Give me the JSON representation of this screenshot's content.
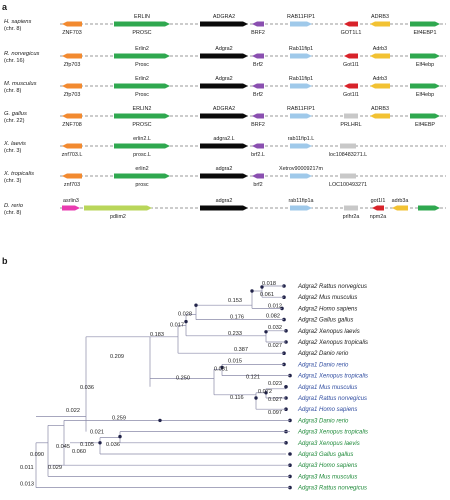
{
  "panels": {
    "a": "a",
    "b": "b"
  },
  "synteny": {
    "rows": [
      {
        "species": "H. sapiens",
        "chrom": "(chr. 8)",
        "genes": [
          {
            "below": "ZNF703",
            "color": "#f28a30",
            "dir": "left"
          },
          {
            "above": "ERLIN",
            "below": "PROSC",
            "color": "#2fa84f",
            "dir": "right"
          },
          {
            "above": "ADGRA2",
            "color": "#0a0a0a",
            "dir": "right"
          },
          {
            "below": "BRF2",
            "color": "#8a4fb0",
            "dir": "left"
          },
          {
            "above": "RAB11FIP1",
            "color": "#9fc9ea",
            "dir": "right"
          },
          {
            "below": "GOT1L1",
            "color": "#d8232a",
            "dir": "left"
          },
          {
            "above": "ADRB3",
            "color": "#f2c233",
            "dir": "left"
          },
          {
            "below": "Elf4EBP1",
            "color": "#2fa84f",
            "dir": "right"
          }
        ]
      },
      {
        "species": "R. norvegicus",
        "chrom": "(chr. 16)",
        "genes": [
          {
            "below": "Zfp703",
            "color": "#f28a30",
            "dir": "left"
          },
          {
            "above": "Erlin2",
            "below": "Prosc",
            "color": "#2fa84f",
            "dir": "right"
          },
          {
            "above": "Adgra2",
            "color": "#0a0a0a",
            "dir": "right"
          },
          {
            "below": "Brf2",
            "color": "#8a4fb0",
            "dir": "left"
          },
          {
            "above": "Rab11fip1",
            "color": "#9fc9ea",
            "dir": "right"
          },
          {
            "below": "Got1l1",
            "color": "#d8232a",
            "dir": "left"
          },
          {
            "above": "Adrb3",
            "color": "#f2c233",
            "dir": "left"
          },
          {
            "below": "Elf4ebp",
            "color": "#2fa84f",
            "dir": "right"
          }
        ]
      },
      {
        "species": "M. musculus",
        "chrom": "(chr. 8)",
        "genes": [
          {
            "below": "Zfp703",
            "color": "#f28a30",
            "dir": "left"
          },
          {
            "above": "Erlin2",
            "below": "Prosc",
            "color": "#2fa84f",
            "dir": "right"
          },
          {
            "above": "Adgra2",
            "color": "#0a0a0a",
            "dir": "right"
          },
          {
            "below": "Brf2",
            "color": "#8a4fb0",
            "dir": "left"
          },
          {
            "above": "Rab11fip1",
            "color": "#9fc9ea",
            "dir": "right"
          },
          {
            "below": "Got1l1",
            "color": "#d8232a",
            "dir": "left"
          },
          {
            "above": "Adrb3",
            "color": "#f2c233",
            "dir": "left"
          },
          {
            "below": "Elf4ebp",
            "color": "#2fa84f",
            "dir": "right"
          }
        ]
      },
      {
        "species": "G. gallus",
        "chrom": "(chr. 22)",
        "genes": [
          {
            "below": "ZNF708",
            "color": "#f28a30",
            "dir": "left"
          },
          {
            "above": "ERLIN2",
            "below": "PROSC",
            "color": "#2fa84f",
            "dir": "right"
          },
          {
            "above": "ADGRA2",
            "color": "#0a0a0a",
            "dir": "right"
          },
          {
            "below": "BRF2",
            "color": "#8a4fb0",
            "dir": "left"
          },
          {
            "above": "RAB11FIP1",
            "color": "#9fc9ea",
            "dir": "right"
          },
          {
            "below": "PRLHRL",
            "color": "#c8c8c8",
            "dir": "none"
          },
          {
            "above": "ADRB3",
            "color": "#f2c233",
            "dir": "left"
          },
          {
            "below": "Elf4EBP",
            "color": "#2fa84f",
            "dir": "right"
          }
        ]
      },
      {
        "species": "X. laevis",
        "chrom": "(chr. 3)",
        "genes": [
          {
            "below": "znf703.L",
            "color": "#f28a30",
            "dir": "left"
          },
          {
            "above": "erlin2.L",
            "below": "prosc.L",
            "color": "#2fa84f",
            "dir": "right"
          },
          {
            "above": "adgra2.L",
            "color": "#0a0a0a",
            "dir": "right"
          },
          {
            "below": "brf2.L",
            "color": "#8a4fb0",
            "dir": "left"
          },
          {
            "above": "rab11fip1.L",
            "color": "#9fc9ea",
            "dir": "right"
          },
          {
            "below": "loc108483271.L",
            "color": "#c8c8c8",
            "dir": "none"
          }
        ]
      },
      {
        "species": "X. tropicalis",
        "chrom": "(chr. 3)",
        "genes": [
          {
            "below": "znf703",
            "color": "#f28a30",
            "dir": "left"
          },
          {
            "above": "erlin2",
            "below": "prosc",
            "color": "#2fa84f",
            "dir": "right"
          },
          {
            "above": "adgra2",
            "color": "#0a0a0a",
            "dir": "right"
          },
          {
            "below": "brf2",
            "color": "#8a4fb0",
            "dir": "left"
          },
          {
            "above": "Xetrov90009217m",
            "color": "#9fc9ea",
            "dir": "right"
          },
          {
            "below": "LOC100493271",
            "color": "#c8c8c8",
            "dir": "none"
          }
        ]
      },
      {
        "species": "D. rerio",
        "chrom": "(chr. 8)",
        "genes": [
          {
            "above": "asrlin3",
            "color": "#e93bb0",
            "dir": "right"
          },
          {
            "below": "pdlim2",
            "color": "#b9d65a",
            "dir": "right"
          },
          {
            "above": "adgra2",
            "color": "#0a0a0a",
            "dir": "right"
          },
          {
            "above": "rab11fip1a",
            "color": "#9fc9ea",
            "dir": "right"
          },
          {
            "below": "prlhr2a",
            "color": "#c8c8c8",
            "dir": "none"
          },
          {
            "above": "got1l1",
            "below": "npm2a",
            "color": "#d8232a",
            "dir": "left"
          },
          {
            "above": "adrb3a",
            "color": "#f2c233",
            "dir": "left"
          },
          {
            "color": "#2fa84f",
            "dir": "right"
          }
        ]
      }
    ]
  },
  "tree": {
    "group_colors": {
      "adgra2": "#1a1a1a",
      "adgra1": "#2f4ca0",
      "adgra3": "#1f8a3a"
    },
    "leaves": [
      {
        "label": "Adgra2 Rattus norvegicus",
        "group": "adgra2"
      },
      {
        "label": "Adgra2 Mus musculus",
        "group": "adgra2"
      },
      {
        "label": "Adgra2 Homo sapiens",
        "group": "adgra2"
      },
      {
        "label": "Adgra2 Gallus gallus",
        "group": "adgra2"
      },
      {
        "label": "Adgra2 Xenopus laevis",
        "group": "adgra2"
      },
      {
        "label": "Adgra2 Xenopus tropicalis",
        "group": "adgra2"
      },
      {
        "label": "Adgra2 Danio rerio",
        "group": "adgra2"
      },
      {
        "label": "Adgra1 Danio rerio",
        "group": "adgra1"
      },
      {
        "label": "Adgra1 Xenopus tropicalis",
        "group": "adgra1"
      },
      {
        "label": "Adgra1 Mus musculus",
        "group": "adgra1"
      },
      {
        "label": "Adgra1 Rattus norvegicus",
        "group": "adgra1"
      },
      {
        "label": "Adgra1 Homo sapiens",
        "group": "adgra1"
      },
      {
        "label": "Adgra3 Danio rerio",
        "group": "adgra3"
      },
      {
        "label": "Adgra3 Xenopus tropicalis",
        "group": "adgra3"
      },
      {
        "label": "Adgra3 Xenopus laevis",
        "group": "adgra3"
      },
      {
        "label": "Adgra3 Gallus gallus",
        "group": "adgra3"
      },
      {
        "label": "Adgra3 Homo sapiens",
        "group": "adgra3"
      },
      {
        "label": "Adgra3 Mus musculus",
        "group": "adgra3"
      },
      {
        "label": "Adgra3 Rattus norvegicus",
        "group": "adgra3"
      }
    ],
    "branch_labels": [
      "0.018",
      "0.061",
      "0.012",
      "0.153",
      "0.082",
      "0.028",
      "0.176",
      "0.032",
      "0.017",
      "0.233",
      "0.027",
      "0.183",
      "0.387",
      "0.209",
      "0.015",
      "0.081",
      "0.121",
      "0.250",
      "0.023",
      "0.072",
      "0.036",
      "0.027",
      "0.116",
      "0.097",
      "0.022",
      "0.259",
      "0.021",
      "0.105",
      "0.036",
      "0.045",
      "0.060",
      "0.090",
      "0.029",
      "0.011",
      "0.013"
    ]
  }
}
